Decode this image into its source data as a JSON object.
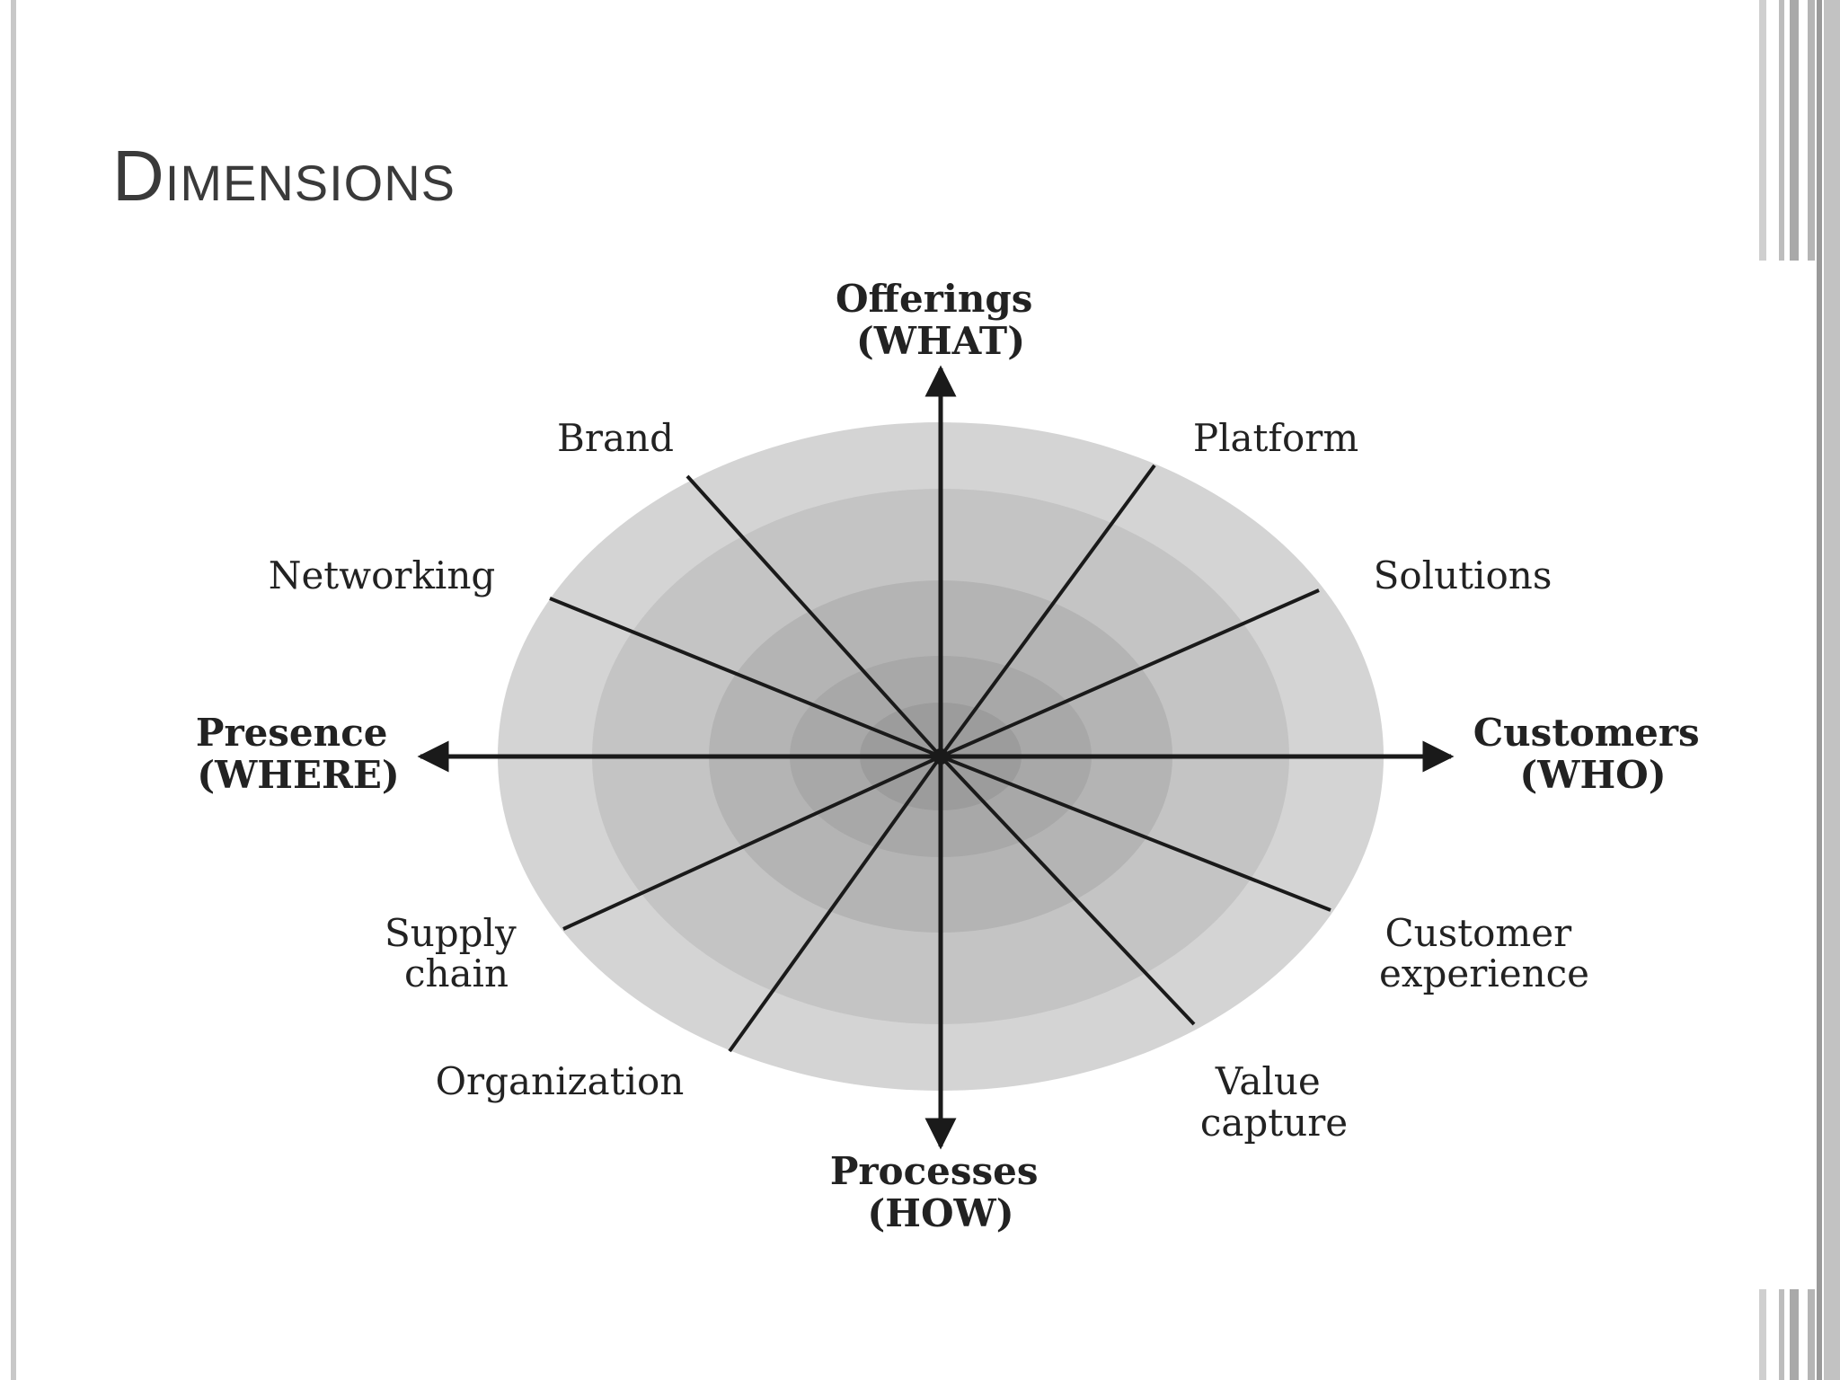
{
  "slide": {
    "title": "Dimensions"
  },
  "diagram": {
    "colors": {
      "rings": [
        "#d4d4d4",
        "#c4c4c4",
        "#b4b4b4",
        "#a8a8a8",
        "#9c9c9c"
      ],
      "lines": "#1a1a1a"
    },
    "axes": {
      "top": [
        "Offerings",
        "(WHAT)"
      ],
      "right": [
        "Customers",
        "(WHO)"
      ],
      "bottom": [
        "Processes",
        "(HOW)"
      ],
      "left": [
        "Presence",
        "(WHERE)"
      ]
    },
    "spokes": {
      "brand": [
        "Brand"
      ],
      "platform": [
        "Platform"
      ],
      "networking": [
        "Networking"
      ],
      "solutions": [
        "Solutions"
      ],
      "supply_chain": [
        "Supply",
        "chain"
      ],
      "customer_experience": [
        "Customer",
        "experience"
      ],
      "organization": [
        "Organization"
      ],
      "value_capture": [
        "Value",
        "capture"
      ]
    }
  }
}
